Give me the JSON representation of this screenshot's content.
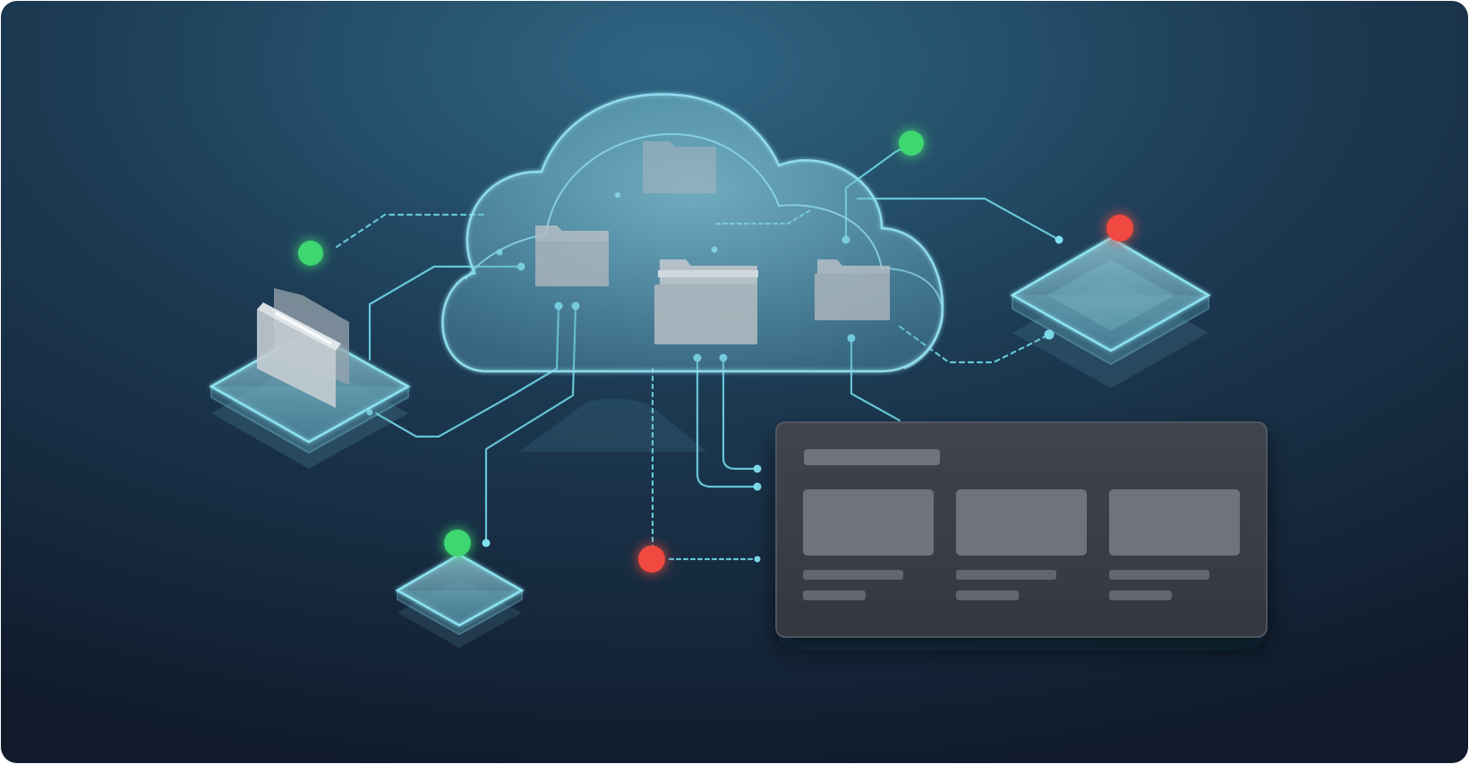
{
  "scene": {
    "colors": {
      "background_glow": "#2f6683",
      "background_mid": "#1b3850",
      "background_edge": "#111b2d",
      "cloud_stroke": "#8fdcec",
      "connector": "#6ed4e6",
      "folder_fill": "#a9b4bd",
      "platform_stroke": "#8de4f2",
      "status_ok": "#3ed671",
      "status_alert": "#f0493f",
      "panel_fill": "#3a3d47",
      "panel_placeholder": "#6f737b"
    },
    "status_nodes": [
      {
        "id": "left",
        "status": "online"
      },
      {
        "id": "top",
        "status": "online"
      },
      {
        "id": "right-platform",
        "status": "alert"
      },
      {
        "id": "bottom-platform",
        "status": "online"
      },
      {
        "id": "center",
        "status": "alert"
      }
    ],
    "cloud": {
      "folder_icons": [
        "folder-icon",
        "folder-icon",
        "folder-icon",
        "folder-icon"
      ]
    },
    "panel": {
      "cards": [
        {
          "icon": "image-placeholder-icon"
        },
        {
          "icon": "image-placeholder-icon"
        },
        {
          "icon": "image-placeholder-icon"
        }
      ]
    }
  }
}
